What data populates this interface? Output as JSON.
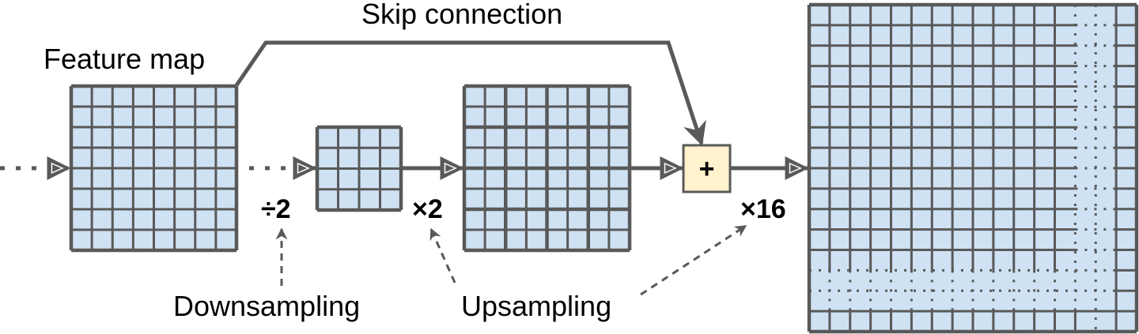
{
  "labels": {
    "feature_map": "Feature map",
    "skip_connection": "Skip connection",
    "downsample_op": "÷2",
    "upsample_op": "×2",
    "final_upsample_op": "×16",
    "add_op": "+",
    "downsampling": "Downsampling",
    "upsampling": "Upsampling"
  },
  "grids": {
    "feature_map": {
      "rows": 8,
      "cols": 8
    },
    "downsampled": {
      "rows": 4,
      "cols": 4
    },
    "upsampled": {
      "rows": 8,
      "cols": 8,
      "block": 2
    },
    "output": {
      "rows": 16,
      "cols": 16,
      "dotted_rows": [
        13,
        14
      ],
      "dotted_cols": [
        13,
        14
      ]
    }
  },
  "colors": {
    "cell_fill": "#cfe2f3",
    "line": "#595959",
    "add_box_fill": "#fff2cc",
    "text": "#000000"
  }
}
